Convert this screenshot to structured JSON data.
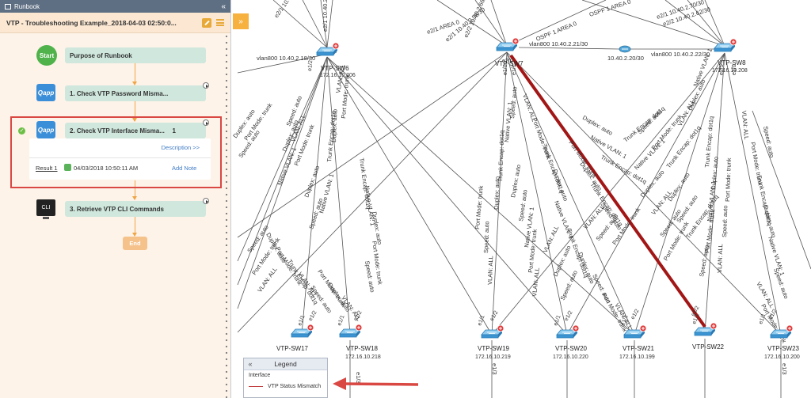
{
  "panel": {
    "header_label": "Runbook",
    "collapse_glyph": "«",
    "title": "VTP - Troubleshooting Example_2018-04-03 02:50:0...",
    "icons": [
      "edit-icon",
      "menu-icon"
    ]
  },
  "runbook": {
    "start_label": "Start",
    "nodes": [
      {
        "label": "Purpose of Runbook",
        "icon": "start-icon"
      },
      {
        "label": "1. Check VTP Password Misma...",
        "icon": "qapp-icon",
        "icon_text": "Qapp"
      },
      {
        "label": "2. Check VTP Interface Misma...",
        "icon": "qapp-icon",
        "icon_text": "Qapp",
        "count": "1",
        "description_link": "Description >>",
        "result": {
          "label": "Result 1",
          "timestamp": "04/03/2018 10:50:11 AM",
          "add_note": "Add Note"
        }
      },
      {
        "label": "3. Retrieve VTP CLI Commands",
        "icon": "cli-icon",
        "icon_text": "CLI"
      }
    ],
    "end_label": "End",
    "highlight_color": "#d94843"
  },
  "side_toggle": "»",
  "legend": {
    "collapse_glyph": "«",
    "title": "Legend",
    "section": "Interface",
    "items": [
      {
        "label": "VTP Status Mismatch",
        "color": "#c23a3a"
      }
    ]
  },
  "diagram": {
    "devices": [
      {
        "name": "VTP-SW6",
        "ip": "172.16.10.206"
      },
      {
        "name": "VTP-SW7",
        "ip": ""
      },
      {
        "name": "VTP-SW8",
        "ip": "172.16.10.208"
      },
      {
        "name": "VTP-SW17",
        "ip": ""
      },
      {
        "name": "VTP-SW18",
        "ip": "172.16.10.218"
      },
      {
        "name": "VTP-SW19",
        "ip": "172.16.10.219"
      },
      {
        "name": "VTP-SW20",
        "ip": "172.16.10.220"
      },
      {
        "name": "VTP-SW21",
        "ip": "172.16.10.199"
      },
      {
        "name": "VTP-SW22",
        "ip": ""
      },
      {
        "name": "VTP-SW23",
        "ip": "172.16.10.200"
      }
    ],
    "top_labels": [
      "e2/1 10.40.2.46/30",
      "e2/1 10.40.2.54/30",
      "vlan800 10.40.2.18/30",
      "e2/1 AREA 0",
      "e2/1 10.40.2.58/30",
      "e2/2 10.40.2.66/30",
      "OSPF 1 AREA 0",
      "OSPF 1 AREA 0",
      "e2/2 10.40.2.62/30",
      "e2/1 10.40.2.70/30",
      "vlan800 10.40.2.21/30",
      "10.40.2.20/30",
      "vlan800 10.40.2.22/30",
      "e1/3",
      "e1/3",
      "e1/3"
    ],
    "link_attributes": [
      "Speed: auto",
      "Port Mode: trunk",
      "VLAN: ALL",
      "Native VLAN: 1",
      "Duplex: auto",
      "Trunk Encap: dot1q"
    ],
    "ports": [
      "e1/1",
      "e1/2",
      "e2/0",
      "e1/0",
      "e2/5"
    ],
    "mismatch_color": "#a21616",
    "arrow_color": "#d94843"
  }
}
